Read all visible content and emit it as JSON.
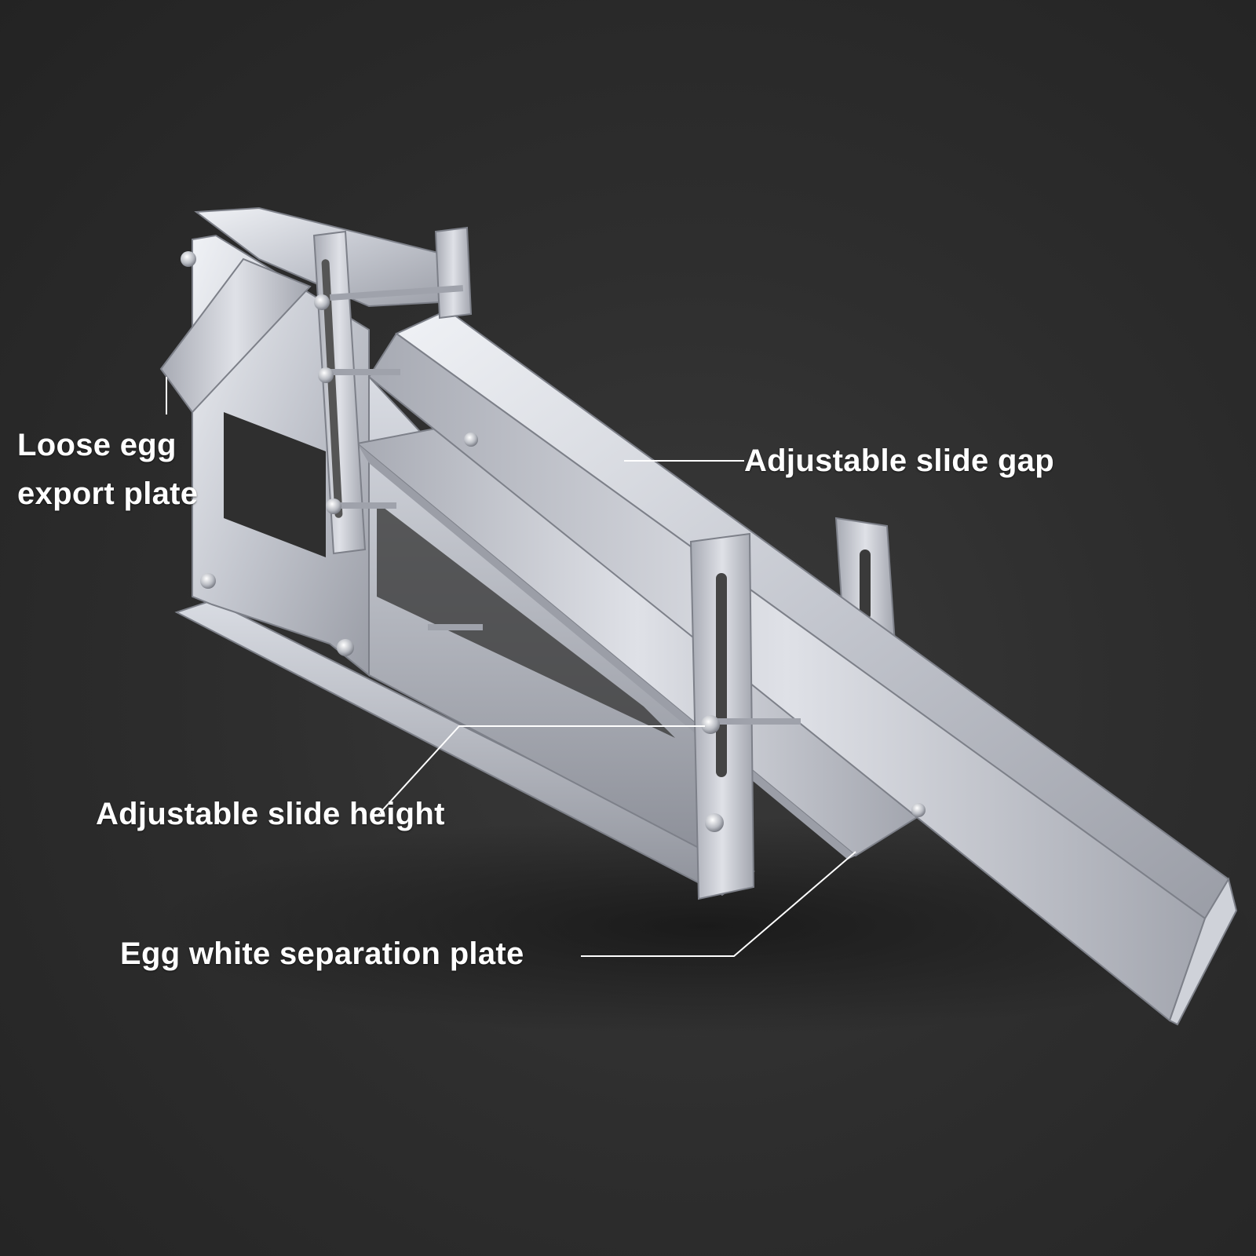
{
  "callouts": {
    "loose_egg_export_plate": {
      "line1": "Loose egg",
      "line2": "export plate"
    },
    "adjustable_slide_gap": "Adjustable slide gap",
    "adjustable_slide_height": "Adjustable slide height",
    "egg_white_separation_plate": "Egg white separation plate"
  },
  "colors": {
    "background": "#2a2a2a",
    "steel_light": "#e6e8ee",
    "steel_mid": "#b9bcc4",
    "steel_dark": "#8d9099",
    "label_text": "#ffffff",
    "leader_line": "#ffffff"
  }
}
